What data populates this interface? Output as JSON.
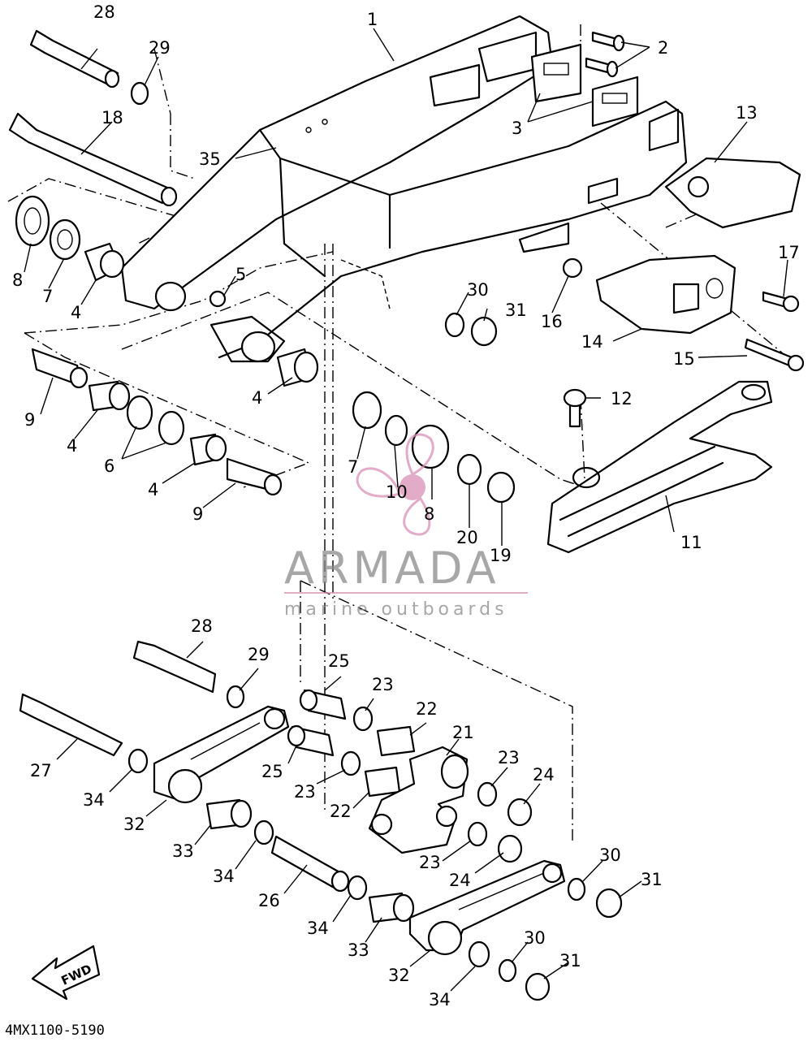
{
  "diagram": {
    "drawing_code": "4MX1100-5190",
    "direction_label": "FWD",
    "watermark": {
      "title": "ARMADA",
      "subtitle": "marine outboards",
      "color": "#d98fb5"
    },
    "callouts": [
      "1",
      "2",
      "3",
      "4",
      "5",
      "6",
      "7",
      "8",
      "9",
      "10",
      "11",
      "12",
      "13",
      "14",
      "15",
      "16",
      "17",
      "18",
      "19",
      "20",
      "21",
      "22",
      "23",
      "24",
      "25",
      "26",
      "27",
      "28",
      "29",
      "30",
      "31",
      "32",
      "33",
      "34",
      "35"
    ]
  }
}
